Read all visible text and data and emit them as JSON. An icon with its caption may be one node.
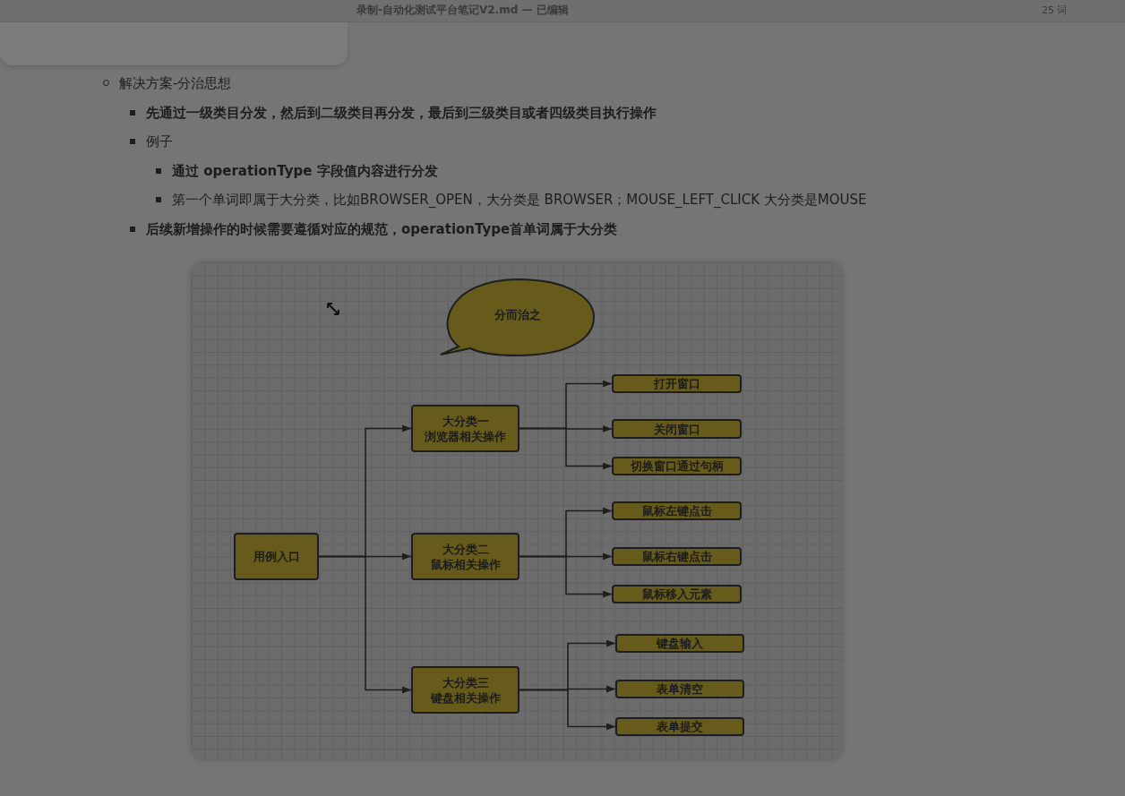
{
  "diagram": {
    "nodes": [
      {
        "text": [
          "分而治之"
        ]
      },
      {
        "text": [
          "用例入口"
        ]
      },
      {
        "text": [
          "大分类一",
          "浏览器相关操作"
        ]
      },
      {
        "text": [
          "打开窗口"
        ]
      },
      {
        "text": [
          "关闭窗口"
        ]
      },
      {
        "text": [
          "切换窗口通过句柄"
        ]
      },
      {
        "text": [
          "大分类二",
          "鼠标相关操作"
        ]
      },
      {
        "text": [
          "鼠标左键点击"
        ]
      },
      {
        "text": [
          "鼠标右键点击"
        ]
      },
      {
        "text": [
          "鼠标移入元素"
        ]
      },
      {
        "text": [
          "大分类三",
          "键盘相关操作"
        ]
      },
      {
        "text": [
          "键盘输入"
        ]
      },
      {
        "text": [
          "表单清空"
        ]
      },
      {
        "text": [
          "表单提交"
        ]
      }
    ],
    "edges": [
      {
        "from": 1,
        "to": 2,
        "arrow": "to"
      },
      {
        "from": 1,
        "to": 6,
        "arrow": "to"
      },
      {
        "from": 1,
        "to": 10,
        "arrow": "to"
      },
      {
        "from": 2,
        "to": 3,
        "arrow": "to"
      },
      {
        "from": 2,
        "to": 4,
        "arrow": "to"
      },
      {
        "from": 2,
        "to": 5,
        "arrow": "to"
      },
      {
        "from": 6,
        "to": 7,
        "arrow": "to"
      },
      {
        "from": 6,
        "to": 8,
        "arrow": "to"
      },
      {
        "from": 6,
        "to": 9,
        "arrow": "to"
      },
      {
        "from": 10,
        "to": 11,
        "arrow": "to"
      },
      {
        "from": 10,
        "to": 12,
        "arrow": "to"
      },
      {
        "from": 10,
        "to": 13,
        "arrow": "to"
      }
    ],
    "labels": [
      "录制-自动化测试平台笔记V2.md — 已编辑",
      "25 词",
      "解决方案-分治思想",
      "先通过一级类目分发，然后到二级类目再分发，最后到三级类目或者四级类目执行操作",
      "例子",
      "通过 operationType 字段值内容进行分发",
      "第一个单词即属于大分类，比如BROWSER_OPEN，大分类是 BROWSER；MOUSE_LEFT_CLICK 大分类是MOUSE",
      "后续新增操作的时候需要遵循对应的规范，operationType首单词属于大分类"
    ]
  }
}
